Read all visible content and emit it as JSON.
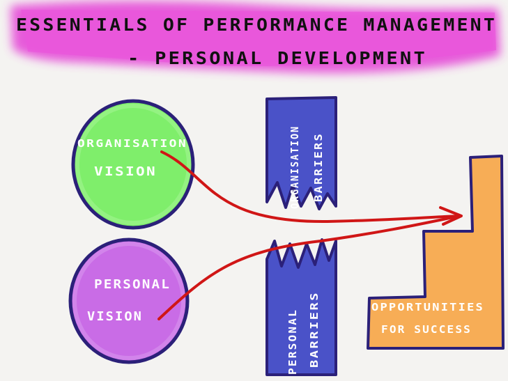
{
  "title": {
    "line1": "ESSENTIALS OF PERFORMANCE MANAGEMENT",
    "line2": "- PERSONAL DEVELOPMENT"
  },
  "nodes": {
    "org_vision": {
      "line1": "ORGANISATION",
      "line2": "VISION"
    },
    "personal_vision": {
      "line1": "PERSONAL",
      "line2": "VISION"
    },
    "org_barriers": {
      "line1": "ORGANISATION",
      "line2": "BARRIERS"
    },
    "personal_barriers": {
      "line1": "PERSONAL",
      "line2": "BARRIERS"
    },
    "opportunities": {
      "line1": "OPPORTUNITIES",
      "line2": "FOR SUCCESS"
    }
  },
  "colors": {
    "background": "#f4f3f1",
    "title_highlight": "#e43fd6",
    "org_vision_fill": "#7fee6b",
    "personal_vision_fill": "#c96ce6",
    "outline": "#2b2079",
    "barrier_fill": "#4a52c8",
    "opportunity_fill": "#f7ad56",
    "arrow": "#d01616"
  }
}
